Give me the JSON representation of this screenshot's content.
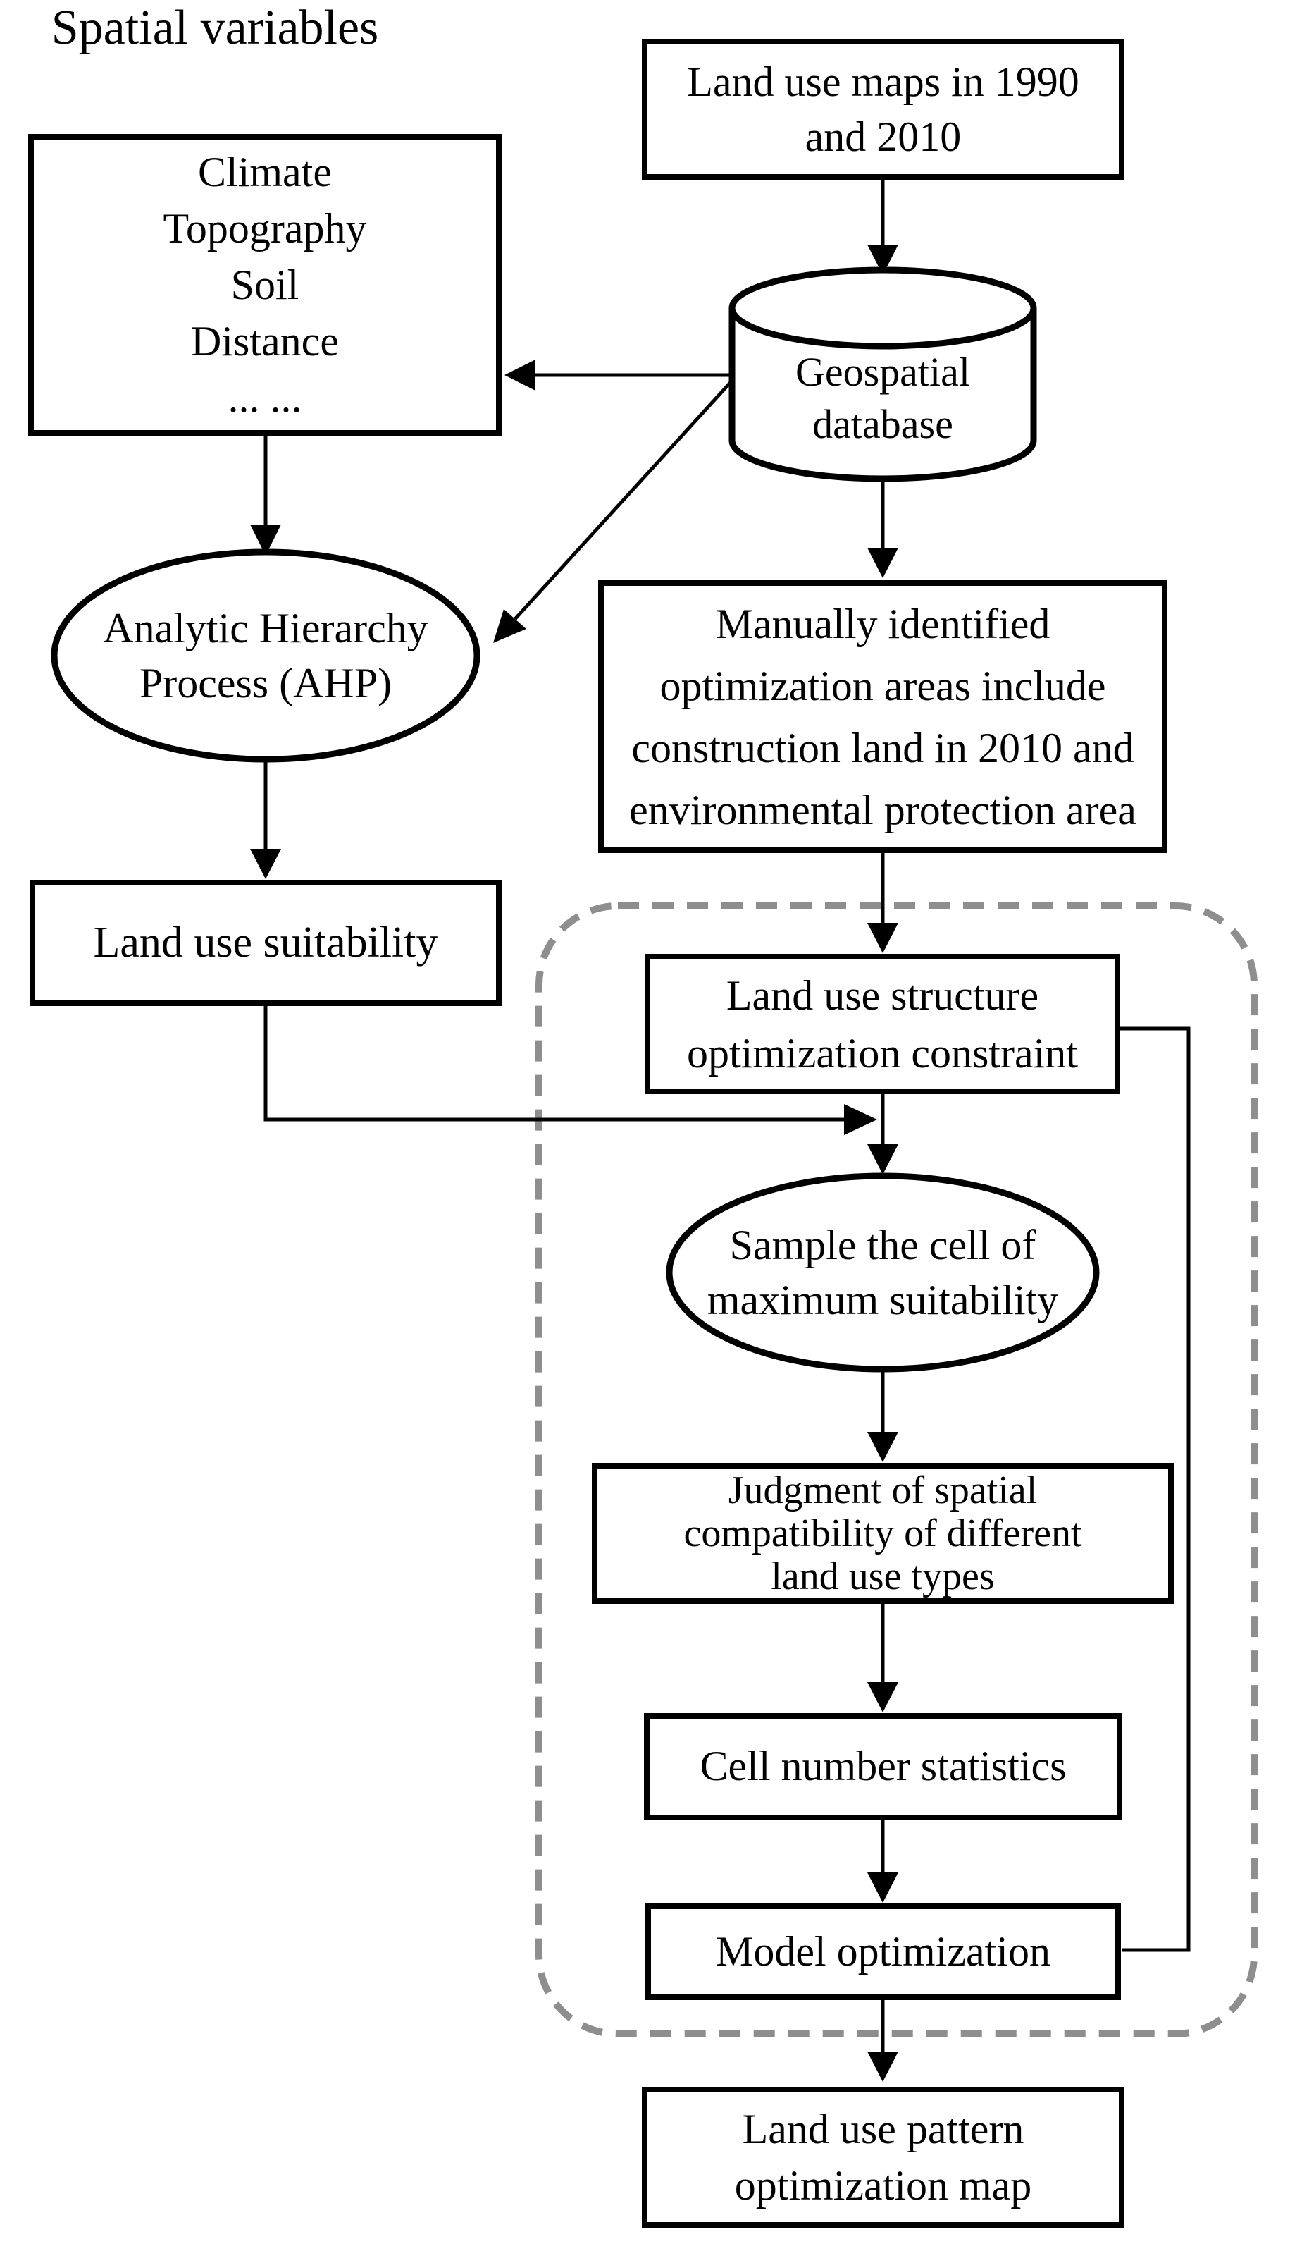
{
  "diagram": {
    "heading": "Spatial variables",
    "nodes": {
      "spatial_variables": {
        "lines": [
          "Climate",
          "Topography",
          "Soil",
          "Distance",
          "... ..."
        ]
      },
      "land_use_maps": {
        "lines": [
          "Land use maps in 1990",
          "and 2010"
        ]
      },
      "geodatabase": {
        "lines": [
          "Geospatial",
          "database"
        ]
      },
      "ahp": {
        "lines": [
          "Analytic Hierarchy",
          "Process (AHP)"
        ]
      },
      "manual_areas": {
        "lines": [
          "Manually identified",
          "optimization areas include",
          "construction land in 2010 and",
          "environmental protection area"
        ]
      },
      "suitability": {
        "label": "Land use suitability"
      },
      "constraint": {
        "lines": [
          "Land use structure",
          "optimization constraint"
        ]
      },
      "sample_cell": {
        "lines": [
          "Sample the cell of",
          "maximum suitability"
        ]
      },
      "judgment": {
        "lines": [
          "Judgment of spatial",
          "compatibility of different",
          "land use types"
        ]
      },
      "cell_stats": {
        "label": "Cell number statistics"
      },
      "model_opt": {
        "label": "Model optimization"
      },
      "pattern_map": {
        "lines": [
          "Land use pattern",
          "optimization map"
        ]
      }
    },
    "colors": {
      "line": "#000000",
      "dashed_border": "#8e8e8e",
      "background": "#ffffff"
    }
  }
}
